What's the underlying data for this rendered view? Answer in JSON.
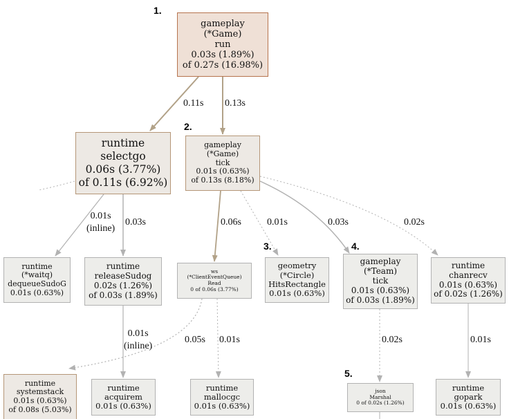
{
  "nodes": {
    "n1": [
      "gameplay",
      "(*Game)",
      "run",
      "0.03s (1.89%)",
      "of 0.27s (16.98%)"
    ],
    "n2": [
      "runtime",
      "selectgo",
      "0.06s (3.77%)",
      "of 0.11s (6.92%)"
    ],
    "n3": [
      "gameplay",
      "(*Game)",
      "tick",
      "0.01s (0.63%)",
      "of 0.13s (8.18%)"
    ],
    "n4": [
      "runtime",
      "(*waitq)",
      "dequeueSudoG",
      "0.01s (0.63%)"
    ],
    "n5": [
      "runtime",
      "releaseSudog",
      "0.02s (1.26%)",
      "of 0.03s (1.89%)"
    ],
    "n6": [
      "ws",
      "(*ClientEventQueue)",
      "Read",
      "0 of 0.06s (3.77%)"
    ],
    "n7": [
      "geometry",
      "(*Circle)",
      "HitsRectangle",
      "0.01s (0.63%)"
    ],
    "n8": [
      "gameplay",
      "(*Team)",
      "tick",
      "0.01s (0.63%)",
      "of 0.03s (1.89%)"
    ],
    "n9": [
      "runtime",
      "chanrecv",
      "0.01s (0.63%)",
      "of 0.02s (1.26%)"
    ],
    "n10": [
      "runtime",
      "systemstack",
      "0.01s (0.63%)",
      "of 0.08s (5.03%)"
    ],
    "n11": [
      "runtime",
      "acquirem",
      "0.01s (0.63%)"
    ],
    "n12": [
      "runtime",
      "mallocgc",
      "0.01s (0.63%)"
    ],
    "n13": [
      "json",
      "Marshal",
      "0 of 0.02s (1.26%)"
    ],
    "n14": [
      "runtime",
      "gopark",
      "0.01s (0.63%)"
    ]
  },
  "badges": {
    "b1": "1.",
    "b2": "2.",
    "b3": "3.",
    "b4": "4.",
    "b5": "5."
  },
  "edges": {
    "e1": [
      "0.11s"
    ],
    "e2": [
      "0.13s"
    ],
    "e3": [
      "0.01s",
      "(inline)"
    ],
    "e4": [
      "0.03s"
    ],
    "e5": [
      "0.06s"
    ],
    "e6": [
      "0.01s"
    ],
    "e7": [
      "0.03s"
    ],
    "e8": [
      "0.02s"
    ],
    "e9": [
      "0.01s",
      "(inline)"
    ],
    "e10": [
      "0.05s"
    ],
    "e11": [
      "0.01s"
    ],
    "e12": [
      "0.02s"
    ],
    "e13": [
      "0.01s"
    ]
  },
  "colors": {
    "edge_hot": "#b2a288",
    "edge_cold": "#b2b2b2",
    "node_hot_fill": "#efe0d6",
    "node_hot_border": "#b6734d"
  }
}
